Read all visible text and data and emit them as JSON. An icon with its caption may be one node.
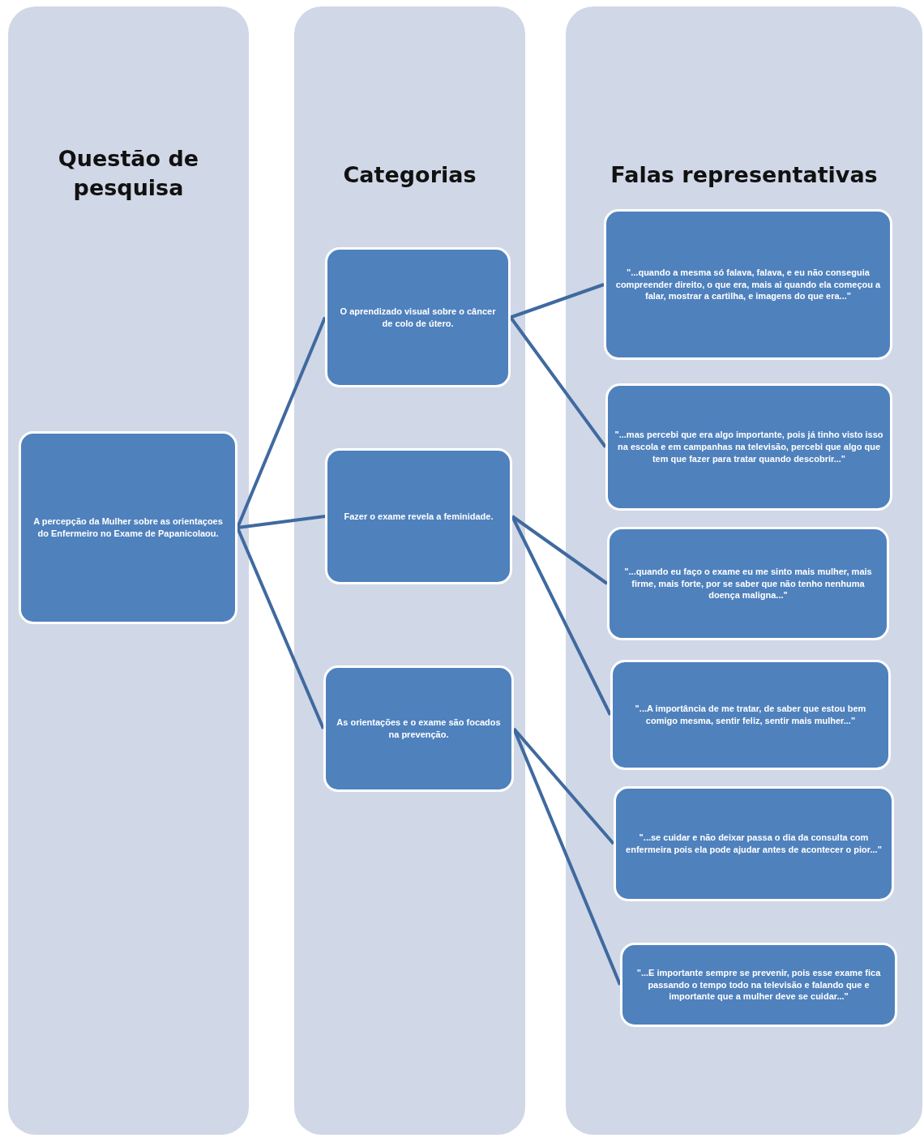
{
  "diagram": {
    "nodes": [
      {
        "text": [
          "Questão de pesquisa"
        ]
      },
      {
        "text": [
          "Categorias"
        ]
      },
      {
        "text": [
          "Falas representativas"
        ]
      },
      {
        "text": [
          "A  percepção da Mulher sobre as orientaçoes do Enfermeiro no Exame de Papanicolaou."
        ],
        "in": 0
      },
      {
        "text": [
          "O aprendizado visual sobre o câncer de colo de útero."
        ],
        "in": 1
      },
      {
        "text": [
          "Fazer o exame revela a feminidade."
        ],
        "in": 1
      },
      {
        "text": [
          "As orientações e o exame são focados na prevenção."
        ],
        "in": 1
      },
      {
        "text": [
          "\"...quando a mesma só falava, falava, e eu não conseguia compreender direito, o que era, mais ai quando ela começou a falar, mostrar a cartilha, e imagens do que era...\""
        ],
        "in": 2
      },
      {
        "text": [
          "\"...mas percebi que era algo importante, pois já tinho visto isso na escola e em campanhas na televisão, percebi que algo que tem que fazer para tratar quando descobrir...\""
        ],
        "in": 2
      },
      {
        "text": [
          "\"...quando eu faço o exame eu me sinto mais mulher, mais firme, mais forte, por se saber que não tenho nenhuma doença maligna...\""
        ],
        "in": 2
      },
      {
        "text": [
          "\"...A importância de me tratar, de saber que estou bem comigo mesma, sentir feliz, sentir mais mulher...\""
        ],
        "in": 2
      },
      {
        "text": [
          "\"...se cuidar e não deixar passa o dia da consulta com enfermeira pois ela pode ajudar antes de acontecer o pior...\""
        ],
        "in": 2
      },
      {
        "text": [
          "\"...E importante sempre se prevenir, pois esse exame fica passando o tempo todo na televisão e falando que e importante que a mulher deve se cuidar...\""
        ],
        "in": 2
      }
    ],
    "edges": [
      {
        "from": 3,
        "to": 4,
        "arrow": "none"
      },
      {
        "from": 3,
        "to": 5,
        "arrow": "none"
      },
      {
        "from": 3,
        "to": 6,
        "arrow": "none"
      },
      {
        "from": 4,
        "to": 7,
        "arrow": "none"
      },
      {
        "from": 4,
        "to": 8,
        "arrow": "none"
      },
      {
        "from": 5,
        "to": 9,
        "arrow": "none"
      },
      {
        "from": 5,
        "to": 10,
        "arrow": "none"
      },
      {
        "from": 6,
        "to": 11,
        "arrow": "none"
      },
      {
        "from": 6,
        "to": 12,
        "arrow": "none"
      }
    ]
  }
}
